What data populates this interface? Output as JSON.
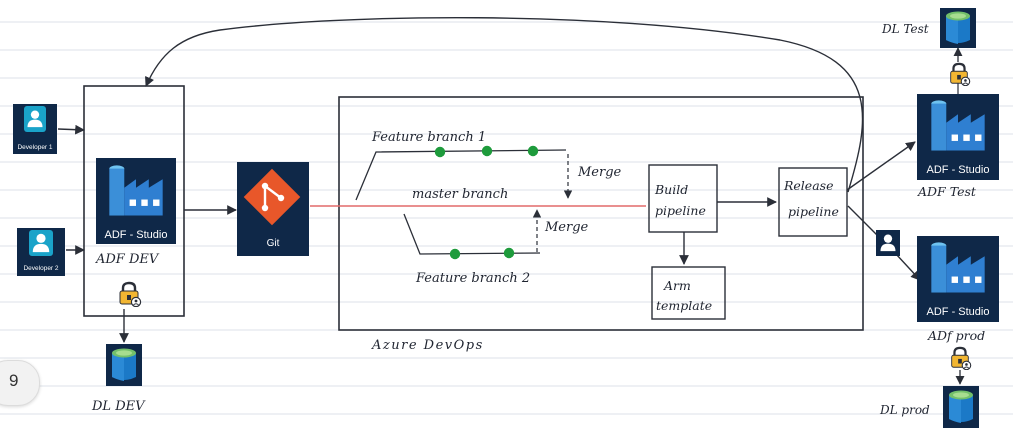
{
  "developers": {
    "dev1": "Developer 1",
    "dev2": "Developer 2"
  },
  "adf": {
    "studio_label": "ADF - Studio",
    "dev_caption": "ADF DEV",
    "test_caption": "ADF Test",
    "prod_caption": "ADf prod"
  },
  "git": {
    "label": "Git"
  },
  "devops": {
    "caption": "Azure DevOps",
    "feature1": "Feature branch 1",
    "feature2": "Feature branch 2",
    "master": "master branch",
    "merge_top": "Merge",
    "merge_bottom": "Merge",
    "build_line1": "Build",
    "build_line2": "pipeline",
    "arm_line1": "Arm",
    "arm_line2": "template",
    "release_line1": "Release",
    "release_line2": "pipeline"
  },
  "datalake": {
    "dev": "DL DEV",
    "test": "DL Test",
    "prod": "DL prod"
  },
  "page": {
    "number": "9"
  },
  "colors": {
    "azure_dark": "#0f2848",
    "git_orange": "#e8572a",
    "commit_green": "#1e9b3c",
    "master_line": "#e26a6a",
    "ruled_line": "#dde2e8"
  },
  "icons": [
    "user-icon",
    "data-factory-icon",
    "git-icon",
    "database-icon",
    "lock-icon"
  ]
}
